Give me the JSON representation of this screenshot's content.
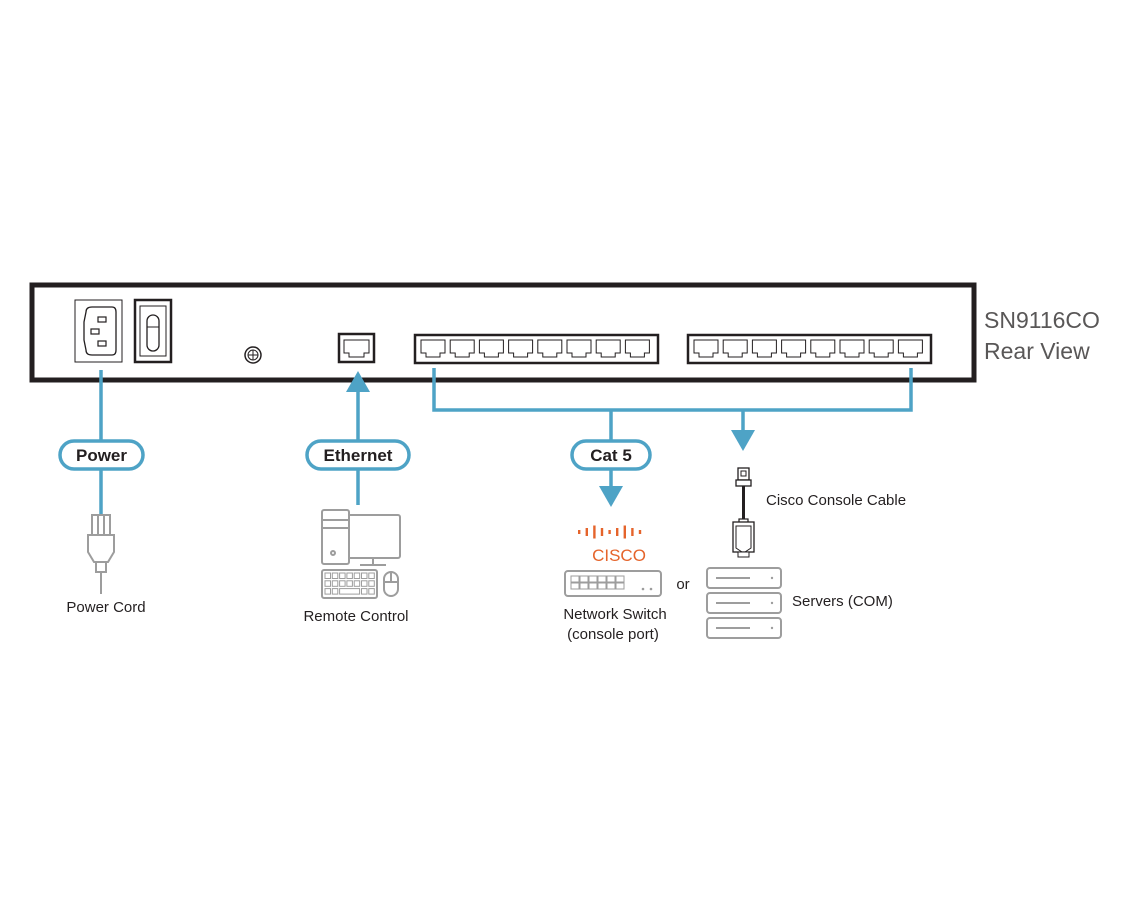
{
  "device": {
    "model": "SN9116CO",
    "view": "Rear View",
    "port_groups": [
      {
        "name": "ports-1-8",
        "count": 8
      },
      {
        "name": "ports-9-16",
        "count": 8
      }
    ]
  },
  "connections": {
    "power": {
      "pill": "Power",
      "device_label": "Power Cord"
    },
    "ethernet": {
      "pill": "Ethernet",
      "device_label": "Remote Control"
    },
    "cat5": {
      "pill": "Cat 5",
      "device_label_line1": "Network Switch",
      "device_label_line2": "(console port)",
      "brand": "CISCO"
    },
    "console": {
      "cable_label": "Cisco Console Cable",
      "device_label": "Servers (COM)"
    },
    "or_text": "or"
  },
  "colors": {
    "cable": "#4ea3c6",
    "chassis": "#231f20",
    "icon_gray": "#9d9d9d",
    "cisco": "#e5642b"
  }
}
